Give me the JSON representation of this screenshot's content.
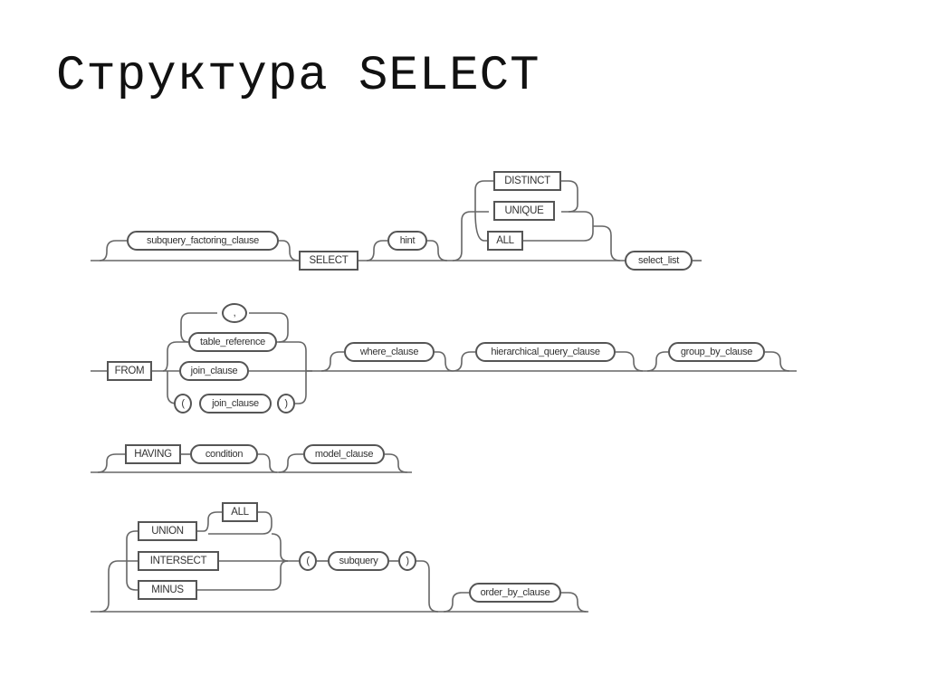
{
  "title": "Структура SELECT",
  "diagram": {
    "type": "railroad-syntax-diagram",
    "rows": [
      {
        "id": "row1",
        "nodes": {
          "subquery_factoring_clause": "subquery_factoring_clause",
          "select_kw": "SELECT",
          "hint": "hint",
          "distinct": "DISTINCT",
          "unique": "UNIQUE",
          "all": "ALL",
          "select_list": "select_list"
        }
      },
      {
        "id": "row2",
        "nodes": {
          "from_kw": "FROM",
          "comma": ",",
          "table_reference": "table_reference",
          "join_clause": "join_clause",
          "lparen": "(",
          "join_clause_2": "join_clause",
          "rparen": ")",
          "where_clause": "where_clause",
          "hierarchical_query_clause": "hierarchical_query_clause",
          "group_by_clause": "group_by_clause"
        }
      },
      {
        "id": "row3",
        "nodes": {
          "having_kw": "HAVING",
          "condition": "condition",
          "model_clause": "model_clause"
        }
      },
      {
        "id": "row4",
        "nodes": {
          "union": "UNION",
          "all": "ALL",
          "intersect": "INTERSECT",
          "minus": "MINUS",
          "lparen": "(",
          "subquery": "subquery",
          "rparen": ")",
          "order_by_clause": "order_by_clause"
        }
      }
    ],
    "line_color": "#555555"
  }
}
